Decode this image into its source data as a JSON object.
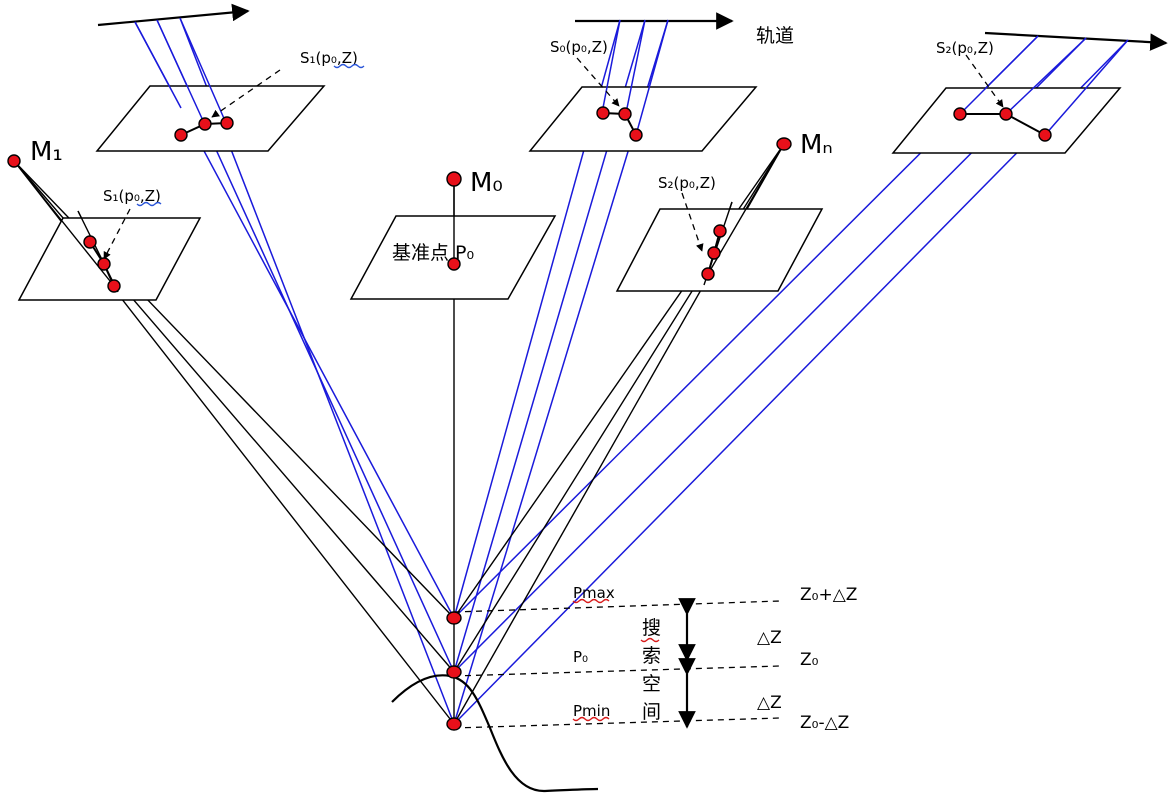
{
  "labels": {
    "s1_top": "S₁(p₀,Z)",
    "s0_top": "S₀(p₀,Z)",
    "s2_topright": "S₂(p₀,Z)",
    "s1_left": "S₁(p₀,Z)",
    "s2_mid": "S₂(p₀,Z)",
    "orbit": "轨道",
    "m1": "M₁",
    "m0": "M₀",
    "mn": "Mₙ",
    "reference_point": "基准点 P₀",
    "pmax": "Pmax",
    "p0": "P₀",
    "pmin": "Pmin",
    "z_plus": "Z₀+△Z",
    "z0": "Z₀",
    "z_minus": "Z₀-△Z",
    "delta_z_upper": "△Z",
    "delta_z_lower": "△Z",
    "search_space": [
      "搜",
      "索",
      "空",
      "间"
    ]
  },
  "colors": {
    "ray_blue": "#1a1adb",
    "point_red": "#e8101a",
    "line_black": "#000000"
  }
}
